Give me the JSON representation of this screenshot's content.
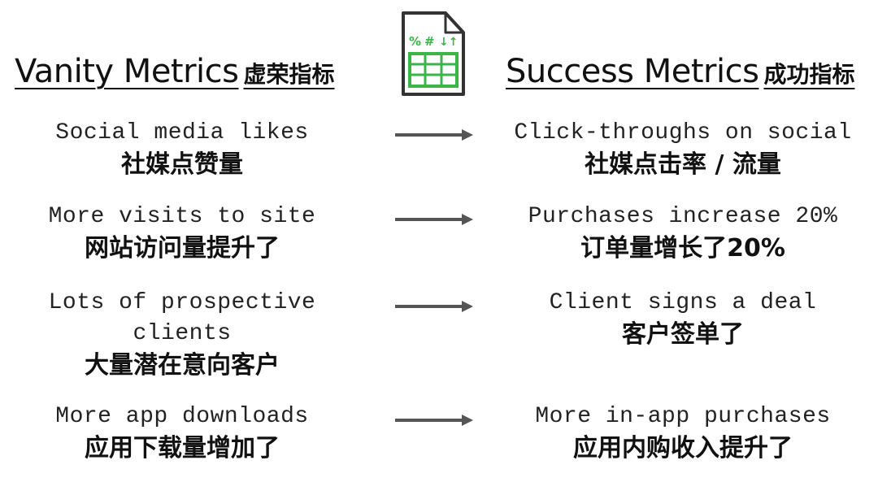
{
  "left_heading": {
    "en": "Vanity Metrics",
    "zh": "虚荣指标"
  },
  "right_heading": {
    "en": "Success Metrics",
    "zh": "成功指标"
  },
  "icon": {
    "name": "spreadsheet-icon",
    "glyphs": "%#↓↑",
    "accent": "#39B54A"
  },
  "rows": [
    {
      "left_en": "Social media likes",
      "left_zh": "社媒点赞量",
      "right_en": "Click-throughs on social",
      "right_zh": "社媒点击率 / 流量"
    },
    {
      "left_en": "More visits to site",
      "left_zh": "网站访问量提升了",
      "right_en": "Purchases increase 20%",
      "right_zh": "订单量增长了20%"
    },
    {
      "left_en": "Lots of prospective clients",
      "left_zh": "大量潜在意向客户",
      "right_en": "Client signs a deal",
      "right_zh": "客户签单了"
    },
    {
      "left_en": "More app downloads",
      "left_zh": "应用下载量增加了",
      "right_en": "More in-app purchases",
      "right_zh": "应用内购收入提升了"
    }
  ],
  "colors": {
    "text": "#111111",
    "arrow": "#555555",
    "icon_green": "#39B54A",
    "icon_outline": "#333333"
  }
}
